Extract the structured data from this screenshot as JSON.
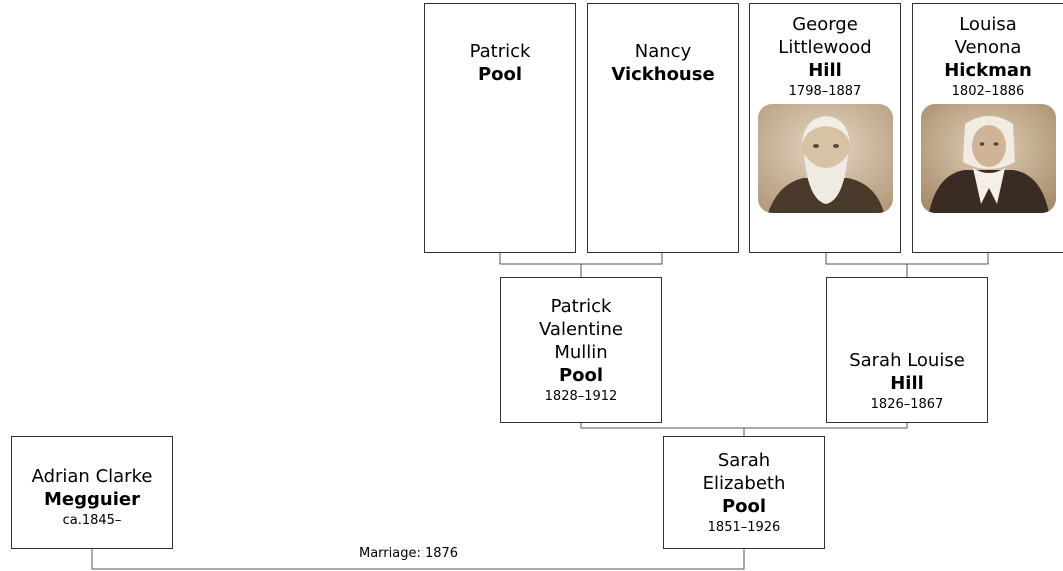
{
  "people": {
    "patrick_pool": {
      "given": "Patrick",
      "surname": "Pool",
      "dates": ""
    },
    "nancy_vickhouse": {
      "given": "Nancy",
      "surname": "Vickhouse",
      "dates": ""
    },
    "george_hill": {
      "given_1": "George",
      "given_2": "Littlewood",
      "surname": "Hill",
      "dates": "1798–1887",
      "photo": "portrait-photo"
    },
    "louisa_hickman": {
      "given_1": "Louisa",
      "given_2": "Venona",
      "surname": "Hickman",
      "dates": "1802–1886",
      "photo": "portrait-photo"
    },
    "patrick_v_pool": {
      "given_1": "Patrick",
      "given_2": "Valentine",
      "given_3": "Mullin",
      "surname": "Pool",
      "dates": "1828–1912"
    },
    "sarah_louise_hill": {
      "given": "Sarah Louise",
      "surname": "Hill",
      "dates": "1826–1867"
    },
    "sarah_e_pool": {
      "given_1": "Sarah",
      "given_2": "Elizabeth",
      "surname": "Pool",
      "dates": "1851–1926"
    },
    "adrian_megguier": {
      "given": "Adrian Clarke",
      "surname": "Megguier",
      "dates": "ca.1845–"
    }
  },
  "marriage": {
    "label": "Marriage: 1876"
  },
  "colors": {
    "line": "#333333",
    "photo_bg": "#c9b398"
  }
}
